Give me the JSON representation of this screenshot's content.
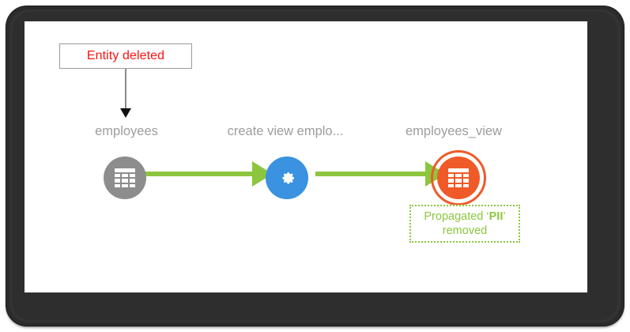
{
  "diagram": {
    "title": "data-lineage-diagram",
    "callout": {
      "text": "Entity deleted",
      "text_color": "#ff1111",
      "border_color": "#9a9a9a",
      "arrow_color": "#111111",
      "points_to": "employees"
    },
    "nodes": [
      {
        "id": "employees",
        "label": "employees",
        "icon": "table-icon",
        "shape": "circle",
        "color": "#8d8d8d",
        "state": "deleted",
        "ring": false
      },
      {
        "id": "create-view-employees",
        "label": "create view emplo...",
        "icon": "gear-icon",
        "shape": "circle",
        "color": "#3a92e0",
        "state": "process",
        "ring": false
      },
      {
        "id": "employees_view",
        "label": "employees_view",
        "icon": "table-icon",
        "shape": "circle",
        "color": "#ef5a28",
        "state": "highlighted",
        "ring": true
      }
    ],
    "edges": [
      {
        "from": "employees",
        "to": "create-view-employees",
        "color": "#8cc63e",
        "arrow": "triangle"
      },
      {
        "from": "create-view-employees",
        "to": "employees_view",
        "color": "#8cc63e",
        "arrow": "triangle"
      }
    ],
    "annotation": {
      "line1_prefix": "Propagated ‘",
      "line1_bold": "PII",
      "line1_suffix": "’",
      "line2": "removed",
      "color": "#8cc63e",
      "border_style": "dotted"
    },
    "label_color": "#9d9d9d",
    "canvas_background": "#ffffff",
    "frame_color": "#2b2b2b"
  }
}
